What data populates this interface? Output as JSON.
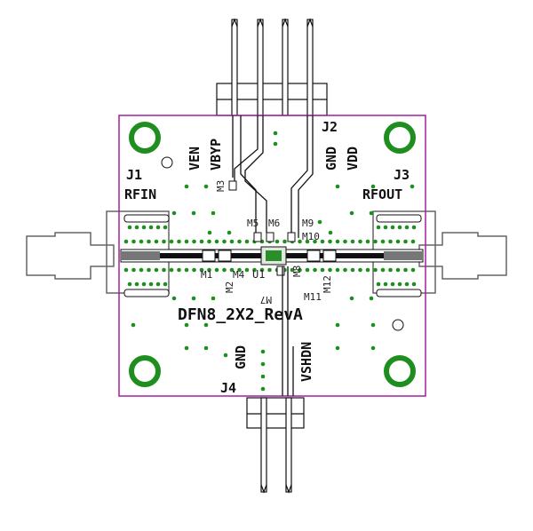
{
  "board": {
    "title": "DFN8_2X2_RevA",
    "outline_color": "#a020a0",
    "via_color": "#1e8f1e",
    "trace_color": "#111111"
  },
  "connectors": {
    "j1": {
      "ref": "J1",
      "signal": "RFIN"
    },
    "j2": {
      "ref": "J2",
      "pins": [
        "VEN",
        "VBYP",
        "GND",
        "VDD"
      ]
    },
    "j3": {
      "ref": "J3",
      "signal": "RFOUT"
    },
    "j4": {
      "ref": "J4",
      "pins": [
        "GND",
        "VSHDN"
      ]
    }
  },
  "components": {
    "u1": "U1",
    "parts": [
      "M1",
      "M2",
      "M3",
      "M4",
      "M5",
      "M6",
      "M7",
      "M8",
      "M9",
      "M10",
      "M11",
      "M12"
    ]
  }
}
